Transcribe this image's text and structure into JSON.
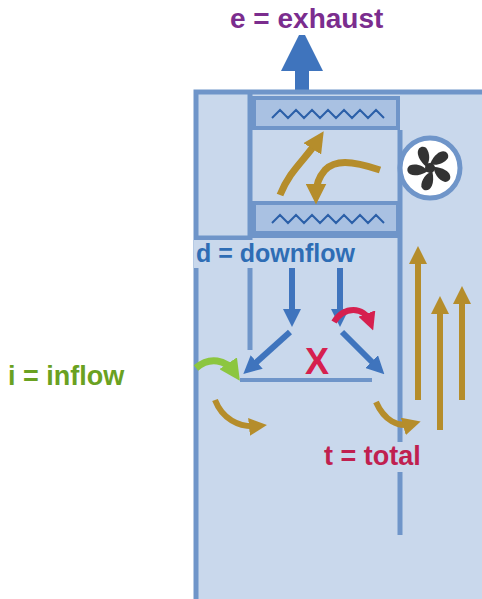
{
  "diagram": {
    "labels": [
      "e = exhaust",
      "d = downflow",
      "i = inflow",
      "t = total",
      "X"
    ]
  }
}
